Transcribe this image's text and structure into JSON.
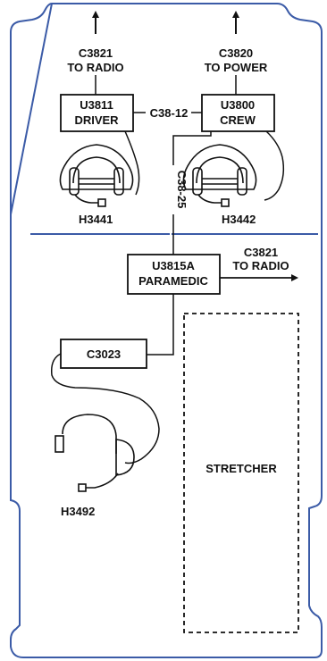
{
  "colors": {
    "outline": "#3b5ba7",
    "ink": "#111111",
    "background": "#ffffff"
  },
  "connections": {
    "c3821_top": [
      "C3821",
      "TO RADIO"
    ],
    "c3820_top": [
      "C3820",
      "TO POWER"
    ],
    "c3821_right": [
      "C3821",
      "TO RADIO"
    ],
    "link_driver_crew": "C38-12",
    "link_crew_paramedic": "C38-25"
  },
  "boxes": {
    "driver": [
      "U3811",
      "DRIVER"
    ],
    "crew": [
      "U3800",
      "CREW"
    ],
    "paramedic": [
      "U3815A",
      "PARAMEDIC"
    ],
    "c3023": "C3023"
  },
  "headsets": {
    "driver": "H3441",
    "crew": "H3442",
    "paramedic": "H3492"
  },
  "stretcher": "STRETCHER",
  "icons": [
    "arrow-up-icon",
    "arrow-right-icon",
    "headset-icon",
    "single-ear-headset-icon"
  ]
}
